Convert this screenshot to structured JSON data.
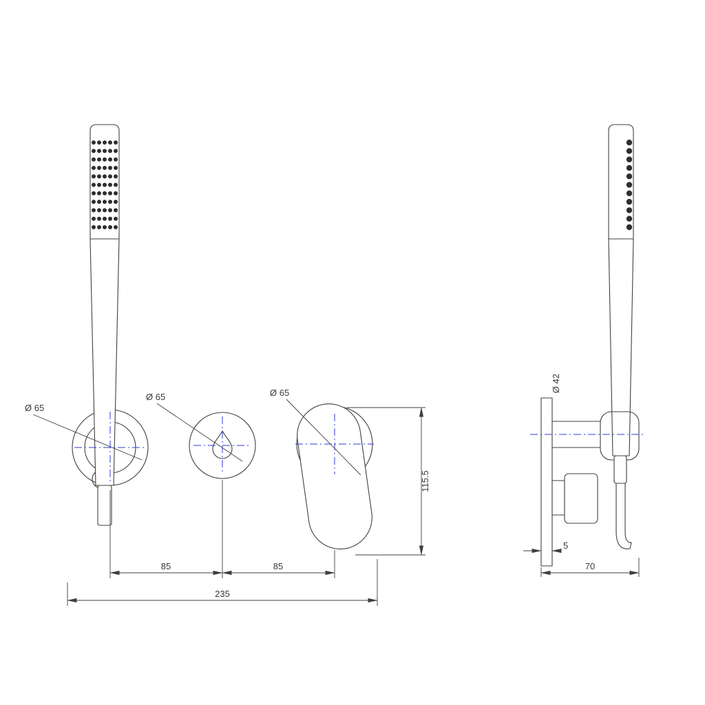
{
  "colors": {
    "line": "#3f3f3f",
    "centerline": "#2d3bd3",
    "text": "#3a3a3a",
    "bg": "#ffffff"
  },
  "front_view": {
    "holder_diameter_label": "Ø 65",
    "diverter_diameter_label": "Ø 65",
    "mixer_diameter_label": "Ø 65",
    "dim_center_spacing_left": "85",
    "dim_center_spacing_right": "85",
    "dim_total_width": "235",
    "dim_height": "115.5"
  },
  "side_view": {
    "holder_diameter_label": "Ø 42",
    "dim_plate_thickness": "5",
    "dim_depth": "70"
  }
}
